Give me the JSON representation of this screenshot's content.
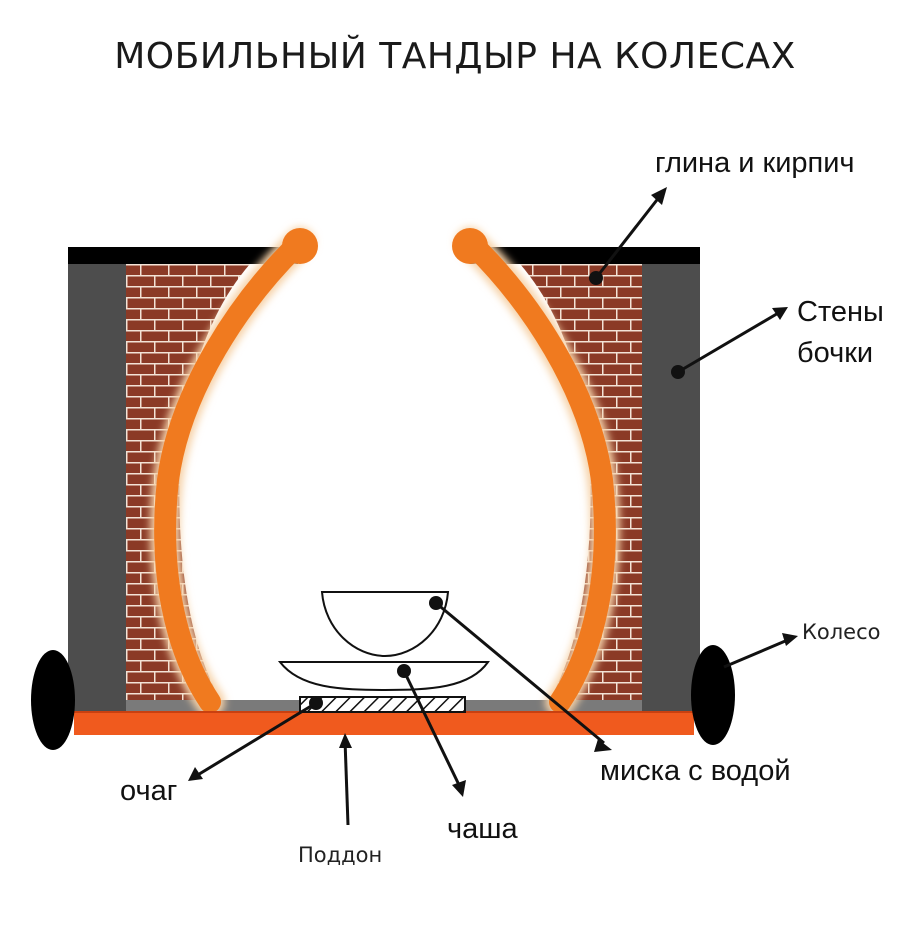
{
  "title": "МОБИЛЬНЫЙ ТАНДЫР НА КОЛЕСАХ",
  "labels": {
    "clay_brick": "глина и кирпич",
    "barrel_walls_line1": "Стены",
    "barrel_walls_line2": "бочки",
    "wheel": "Колесо",
    "water_bowl": "миска с водой",
    "hearth": "очаг",
    "bowl": "чаша",
    "tray": "Поддон"
  },
  "colors": {
    "barrel_wall": "#4d4d4d",
    "brick": "#8b3a26",
    "mortar": "#f3e3d6",
    "clay_orange": "#f07a1f",
    "tray": "#f05a1e",
    "wheel": "#000000",
    "lid": "#000000"
  }
}
